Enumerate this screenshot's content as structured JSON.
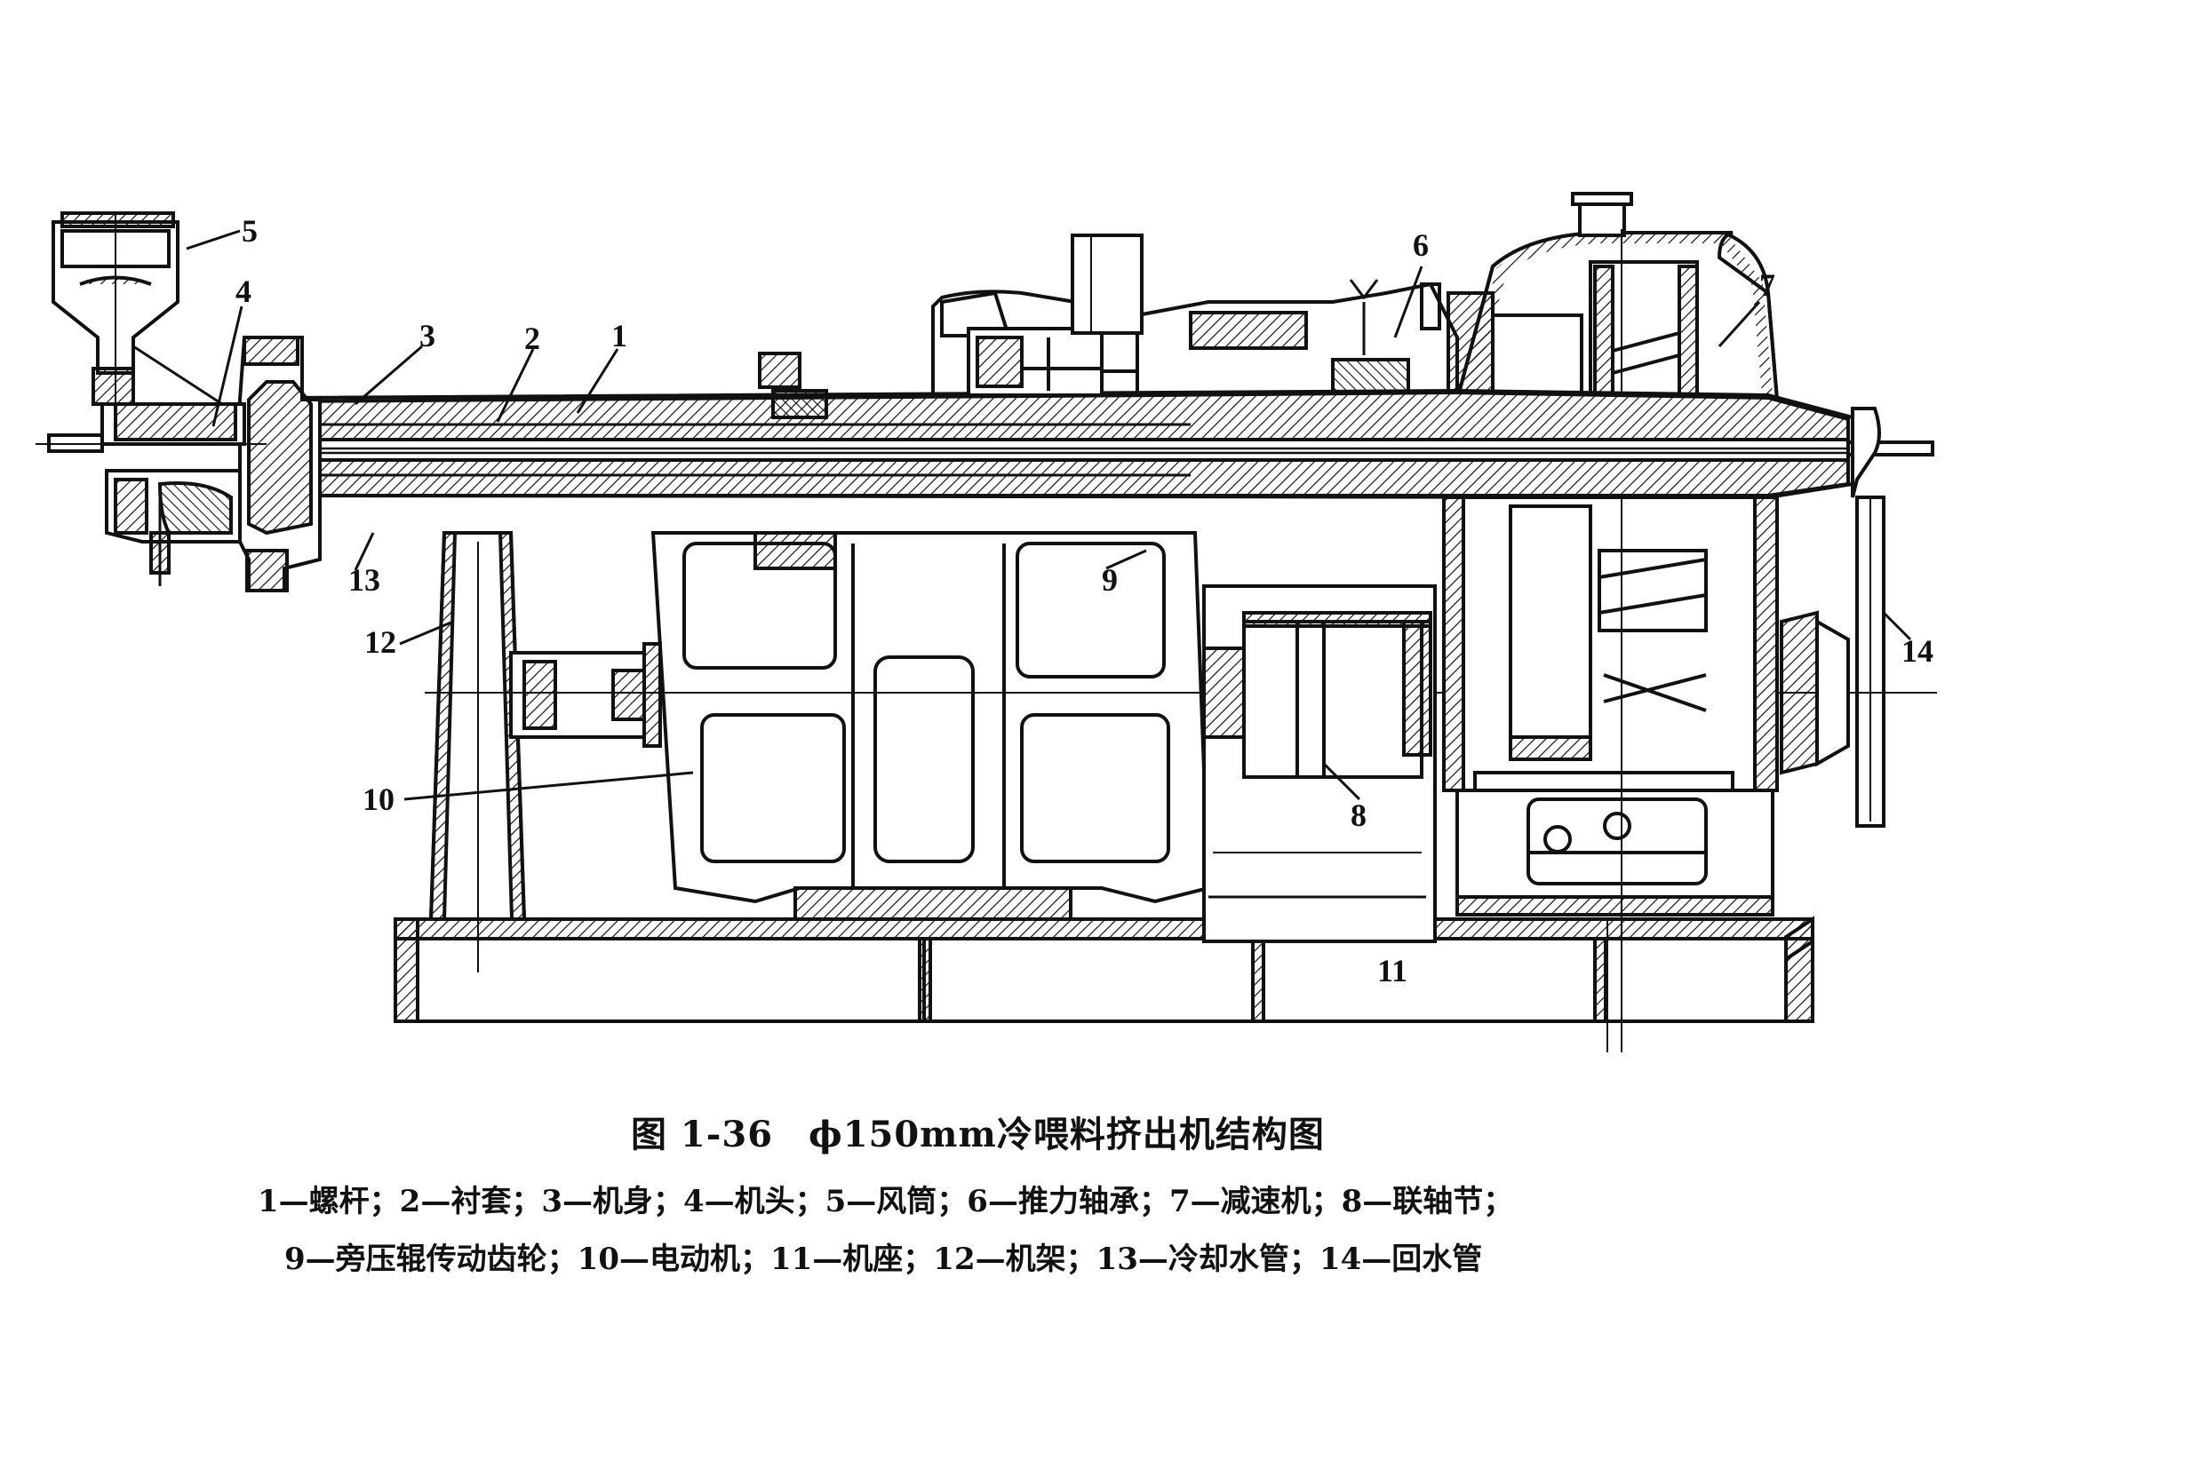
{
  "figure": {
    "number": "图 1-36",
    "title": "ϕ150mm冷喂料挤出机结构图"
  },
  "callouts": [
    "1",
    "2",
    "3",
    "4",
    "5",
    "6",
    "7",
    "8",
    "9",
    "10",
    "11",
    "12",
    "13",
    "14"
  ],
  "legend": {
    "line1": "1—螺杆；2—衬套；3—机身；4—机头；5—风筒；6—推力轴承；7—减速机；8—联轴节；",
    "line2": "9—旁压辊传动齿轮；10—电动机；11—机座；12—机架；13—冷却水管；14—回水管"
  },
  "colors": {
    "ink": "#111111",
    "paper": "#ffffff"
  }
}
